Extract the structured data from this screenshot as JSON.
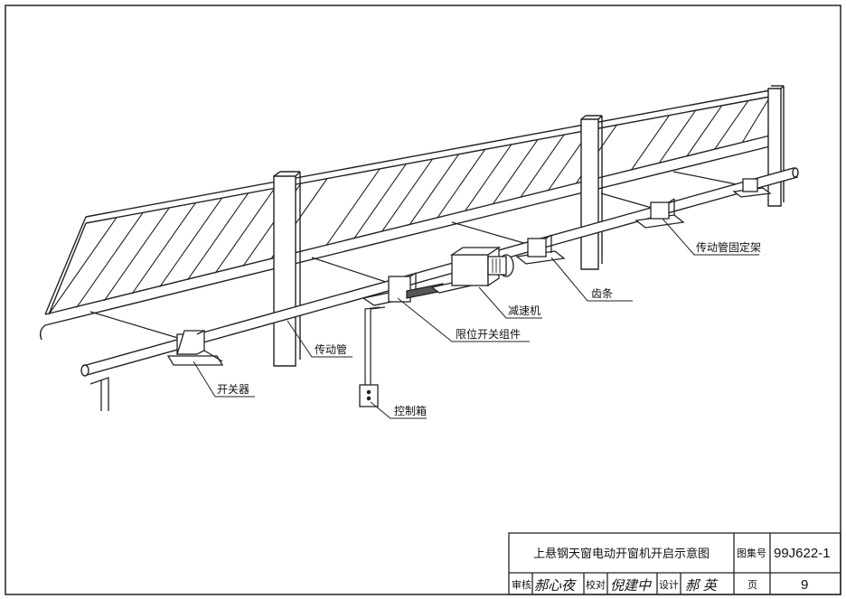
{
  "labels": {
    "transmission_fixing_bracket": "传动管固定架",
    "rack": "齿条",
    "reducer": "减速机",
    "limit_switch_assembly": "限位开关组件",
    "transmission_pipe": "传动管",
    "switch": "开关器",
    "control_box": "控制箱"
  },
  "title_block": {
    "title": "上悬钢天窗电动开窗机开启示意图",
    "atlas_label": "图集号",
    "atlas_number": "99J622-1",
    "review_label": "审核",
    "review_signature": "郝心夜",
    "check_label": "校对",
    "check_signature": "倪建中",
    "design_label": "设计",
    "design_signature": "郝 英",
    "page_label": "页",
    "page_number": "9"
  }
}
